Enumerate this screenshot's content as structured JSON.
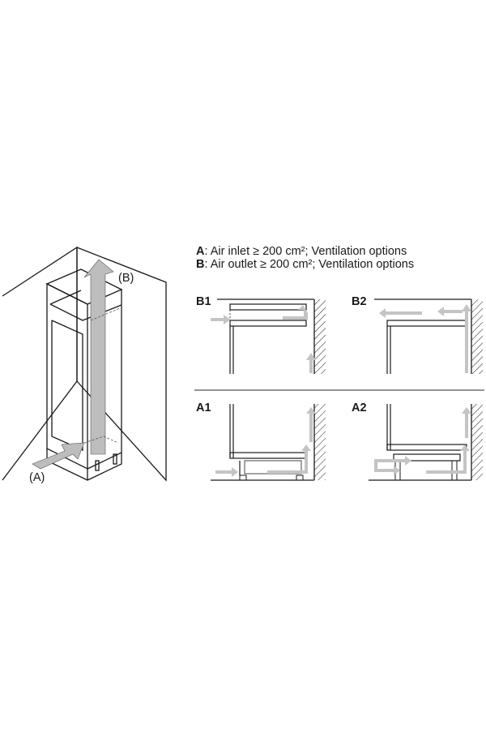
{
  "legend": {
    "a_key": "A",
    "a_text": ": Air inlet ≥ 200 cm²; Ventilation options",
    "b_key": "B",
    "b_text": ": Air outlet ≥ 200 cm²; Ventilation options"
  },
  "labels": {
    "inlet": "(A)",
    "outlet": "(B)",
    "b1": "B1",
    "b2": "B2",
    "a1": "A1",
    "a2": "A2"
  },
  "colors": {
    "line": "#1a1a1a",
    "arrow": "#bdbdbd",
    "divider": "#555555"
  }
}
